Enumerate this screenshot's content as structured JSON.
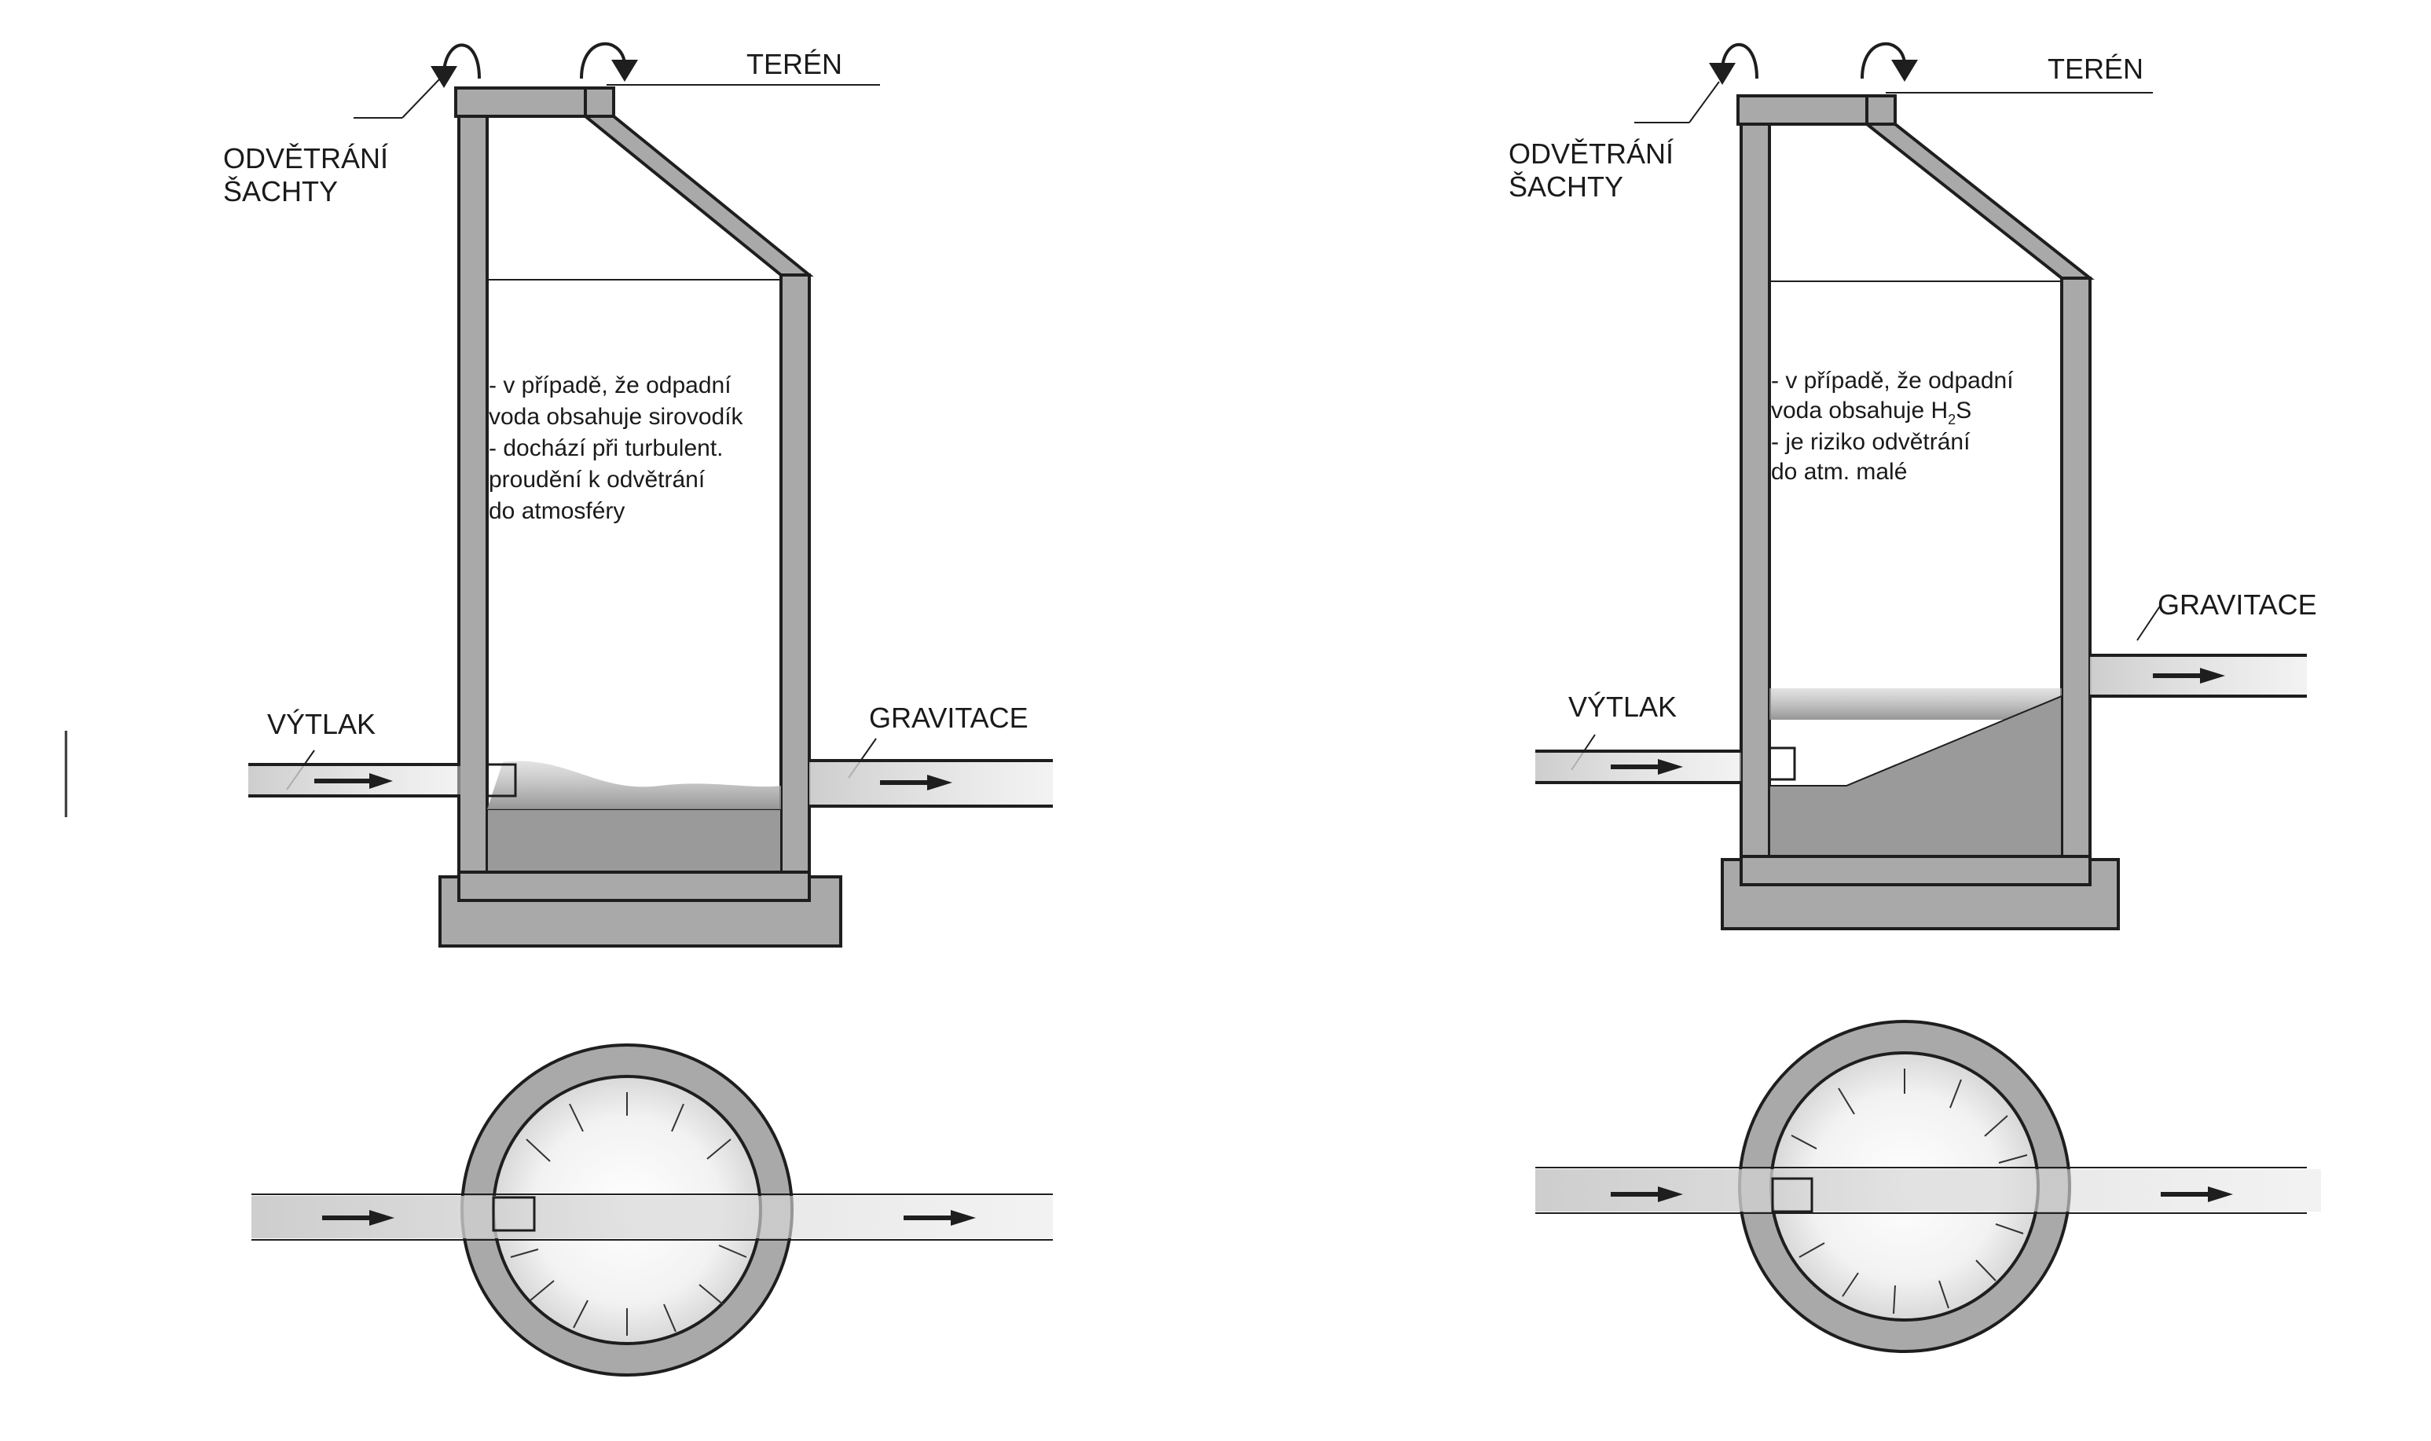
{
  "left": {
    "label_teren": "TERÉN",
    "label_ventilation_line1": "ODVĚTRÁNÍ",
    "label_ventilation_line2": "ŠACHTY",
    "label_inlet": "VÝTLAK",
    "label_outlet": "GRAVITACE",
    "note_lines": [
      "- v případě, že odpadní",
      "voda obsahuje sirovodík",
      "- dochází při turbulent.",
      "proudění k odvětrání",
      "do atmosféry"
    ]
  },
  "right": {
    "label_teren": "TERÉN",
    "label_ventilation_line1": "ODVĚTRÁNÍ",
    "label_ventilation_line2": "ŠACHTY",
    "label_inlet": "VÝTLAK",
    "label_outlet": "GRAVITACE",
    "note_line1": "- v případě, že odpadní",
    "note_line2_prefix": "voda obsahuje H",
    "note_line2_sub": "2",
    "note_line2_suffix": "S",
    "note_line3": "- je riziko odvětrání",
    "note_line4": "do atm. malé"
  },
  "colors": {
    "concrete": "#a9a9a9",
    "water": "#9a9a9a",
    "line": "#1e1e1e"
  }
}
